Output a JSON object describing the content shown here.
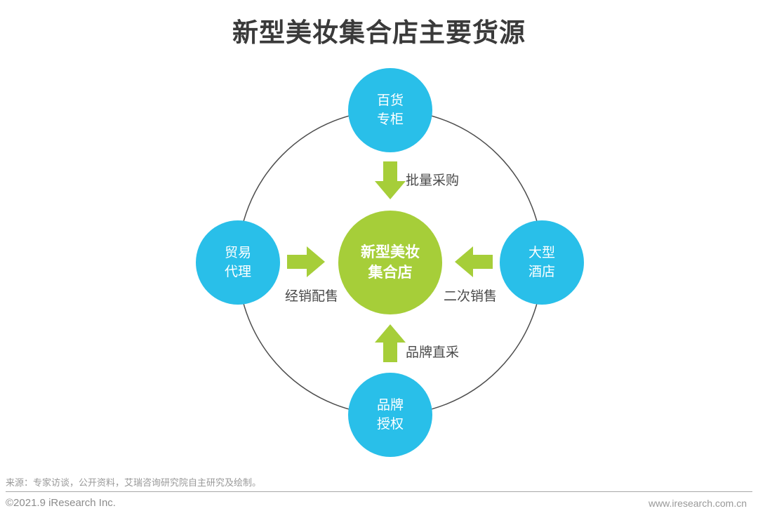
{
  "title": "新型美妆集合店主要货源",
  "colors": {
    "node_blue": "#29bfe9",
    "node_green": "#a6ce39",
    "arrow_green": "#a6ce39",
    "ring_stroke": "#4d4d4d",
    "title_text": "#3a3a3a",
    "label_text": "#4a4a4a"
  },
  "center_node": {
    "lines": [
      "新型美妆",
      "集合店"
    ]
  },
  "nodes": [
    {
      "id": "top",
      "lines": [
        "百货",
        "专柜"
      ],
      "flow_label": "批量采购"
    },
    {
      "id": "left",
      "lines": [
        "贸易",
        "代理"
      ],
      "flow_label": "经销配售"
    },
    {
      "id": "right",
      "lines": [
        "大型",
        "酒店"
      ],
      "flow_label": "二次销售"
    },
    {
      "id": "bottom",
      "lines": [
        "品牌",
        "授权"
      ],
      "flow_label": "品牌直采"
    }
  ],
  "footer": {
    "source_note": "来源：专家访谈，公开资料，艾瑞咨询研究院自主研究及绘制。",
    "copyright": "©2021.9 iResearch Inc.",
    "website": "www.iresearch.com.cn"
  }
}
